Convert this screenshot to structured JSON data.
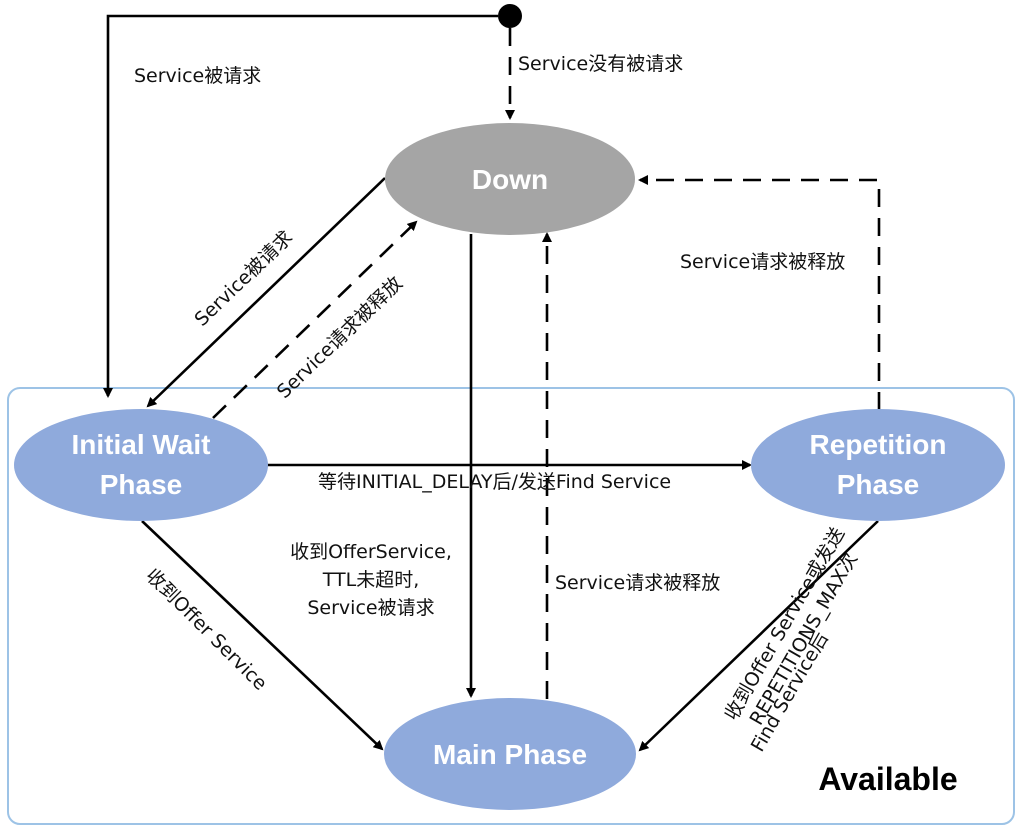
{
  "region": {
    "label": "Available"
  },
  "states": {
    "down": {
      "label": "Down",
      "color": "#a5a5a5"
    },
    "initial_wait": {
      "line1": "Initial Wait",
      "line2": "Phase",
      "color": "#8faadc"
    },
    "repetition": {
      "line1": "Repetition",
      "line2": "Phase",
      "color": "#8faadc"
    },
    "main": {
      "label": "Main Phase",
      "color": "#8faadc"
    }
  },
  "edges": {
    "start_to_initial": "Service被请求",
    "start_to_down": "Service没有被请求",
    "down_to_initial": "Service被请求",
    "initial_to_down": "Service请求被释放",
    "repetition_to_down": "Service请求被释放",
    "initial_to_repetition": "等待INITIAL_DELAY后/发送Find Service",
    "down_to_main": [
      "收到OfferService,",
      "TTL未超时,",
      "Service被请求"
    ],
    "main_to_down": "Service请求被释放",
    "initial_to_main": "收到Offer Service",
    "repetition_to_main": [
      "收到Offer Service或发送",
      "REPETITIONS_MAX次",
      "Find Service后"
    ]
  }
}
